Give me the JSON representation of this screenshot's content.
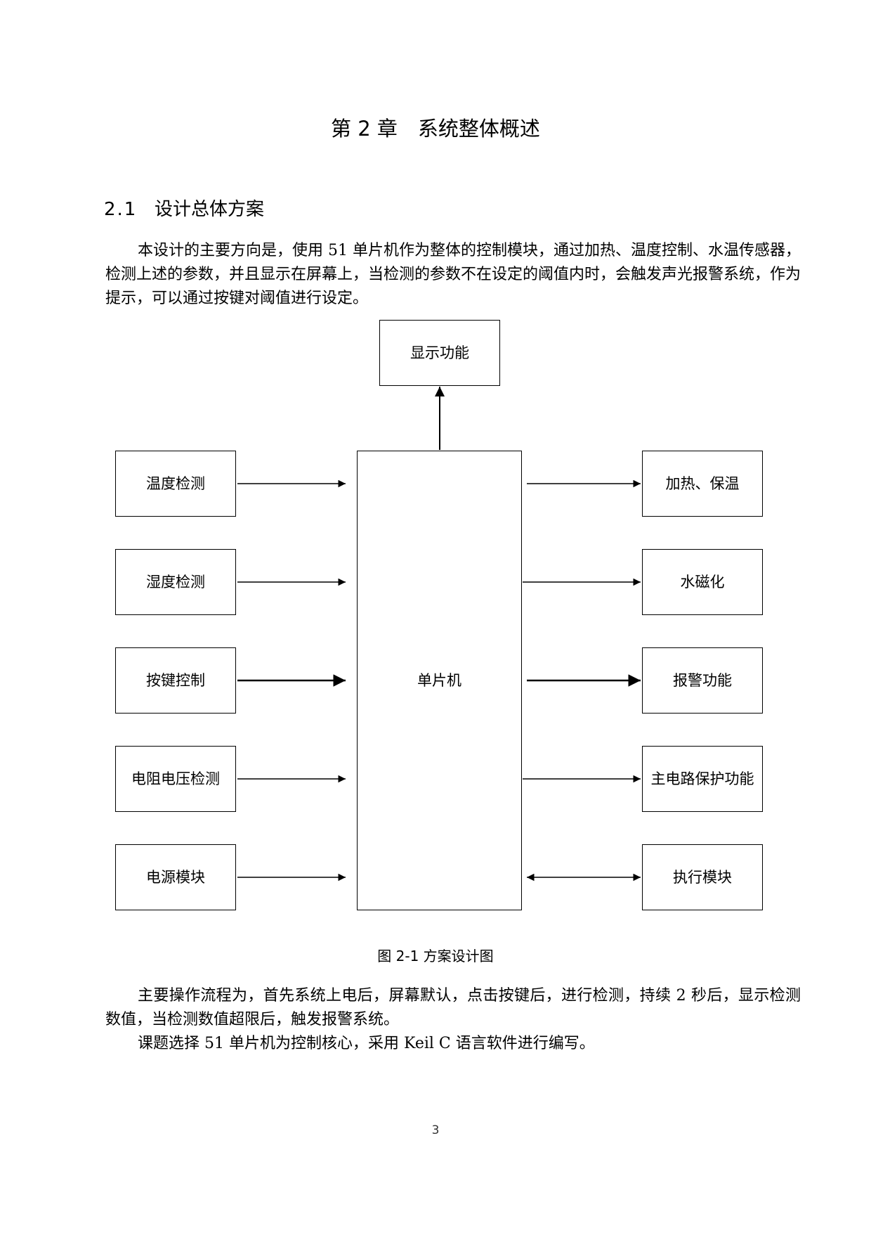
{
  "chapter_title": "第 2 章　系统整体概述",
  "section": {
    "number": "2.1",
    "title": "设计总体方案"
  },
  "paragraphs": [
    "本设计的主要方向是，使用 51 单片机作为整体的控制模块，通过加热、温度控制、水温传感器，检测上述的参数，并且显示在屏幕上，当检测的参数不在设定的阈值内时，会触发声光报警系统，作为提示，可以通过按键对阈值进行设定。",
    "主要操作流程为，首先系统上电后，屏幕默认，点击按键后，进行检测，持续 2 秒后，显示检测数值，当检测数值超限后，触发报警系统。",
    "课题选择 51 单片机为控制核心，采用 Keil C 语言软件进行编写。"
  ],
  "diagram": {
    "center": "单片机",
    "top": "显示功能",
    "inputs": [
      "温度检测",
      "湿度检测",
      "按键控制",
      "电阻电压检测",
      "电源模块"
    ],
    "outputs": [
      "加热、保温",
      "水磁化",
      "报警功能",
      "主电路保护功能",
      "执行模块"
    ],
    "bidirectional_output": "执行模块"
  },
  "figure_caption": "图 2-1  方案设计图",
  "page_number": "3"
}
